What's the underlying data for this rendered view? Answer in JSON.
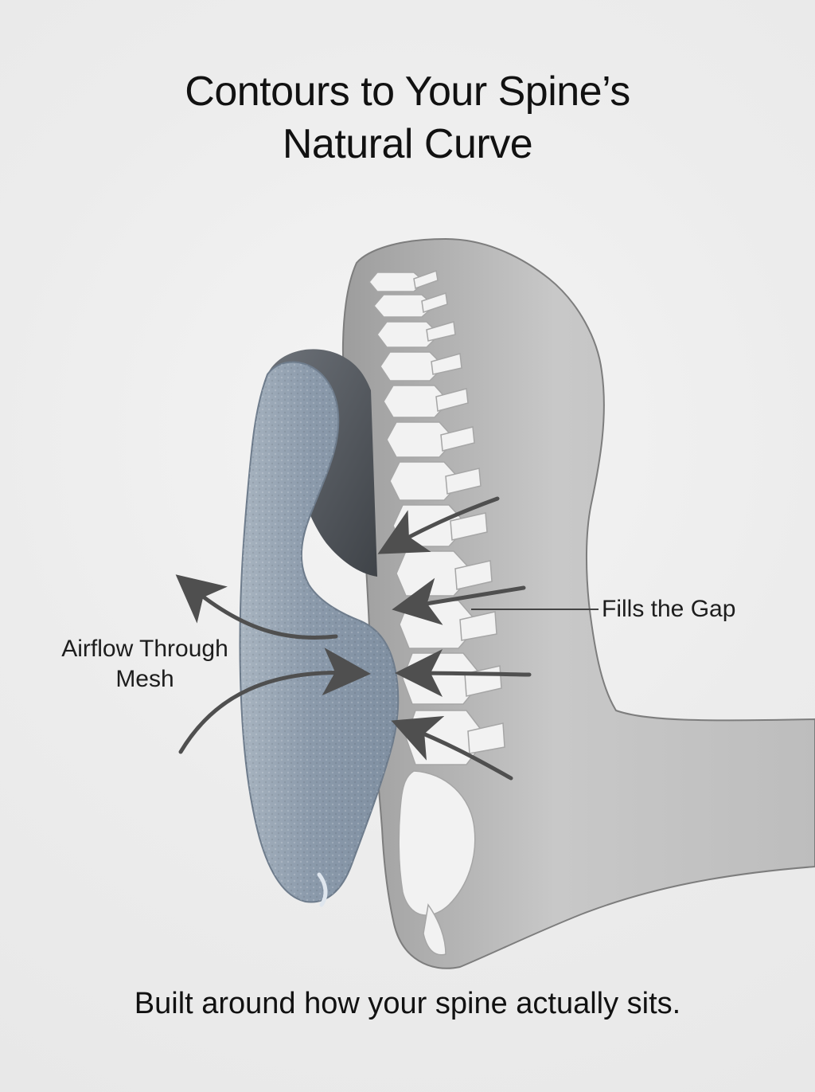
{
  "heading": {
    "line1": "Contours to Your Spine’s",
    "line2": "Natural Curve"
  },
  "labels": {
    "airflow": "Airflow Through Mesh",
    "gap": "Fills the Gap"
  },
  "footer": {
    "caption": "Built around how your spine actually sits."
  },
  "colors": {
    "background": "#ececec",
    "body_silhouette": "#bdbdbd",
    "spine": "#f2f2f2",
    "cushion": "#8f9fb0",
    "cushion_dark": "#54585e",
    "arrow": "#4f4f4f"
  },
  "icons": {
    "airflow": "curved-arrow-icon",
    "pressure": "pressure-arrow-icon"
  }
}
